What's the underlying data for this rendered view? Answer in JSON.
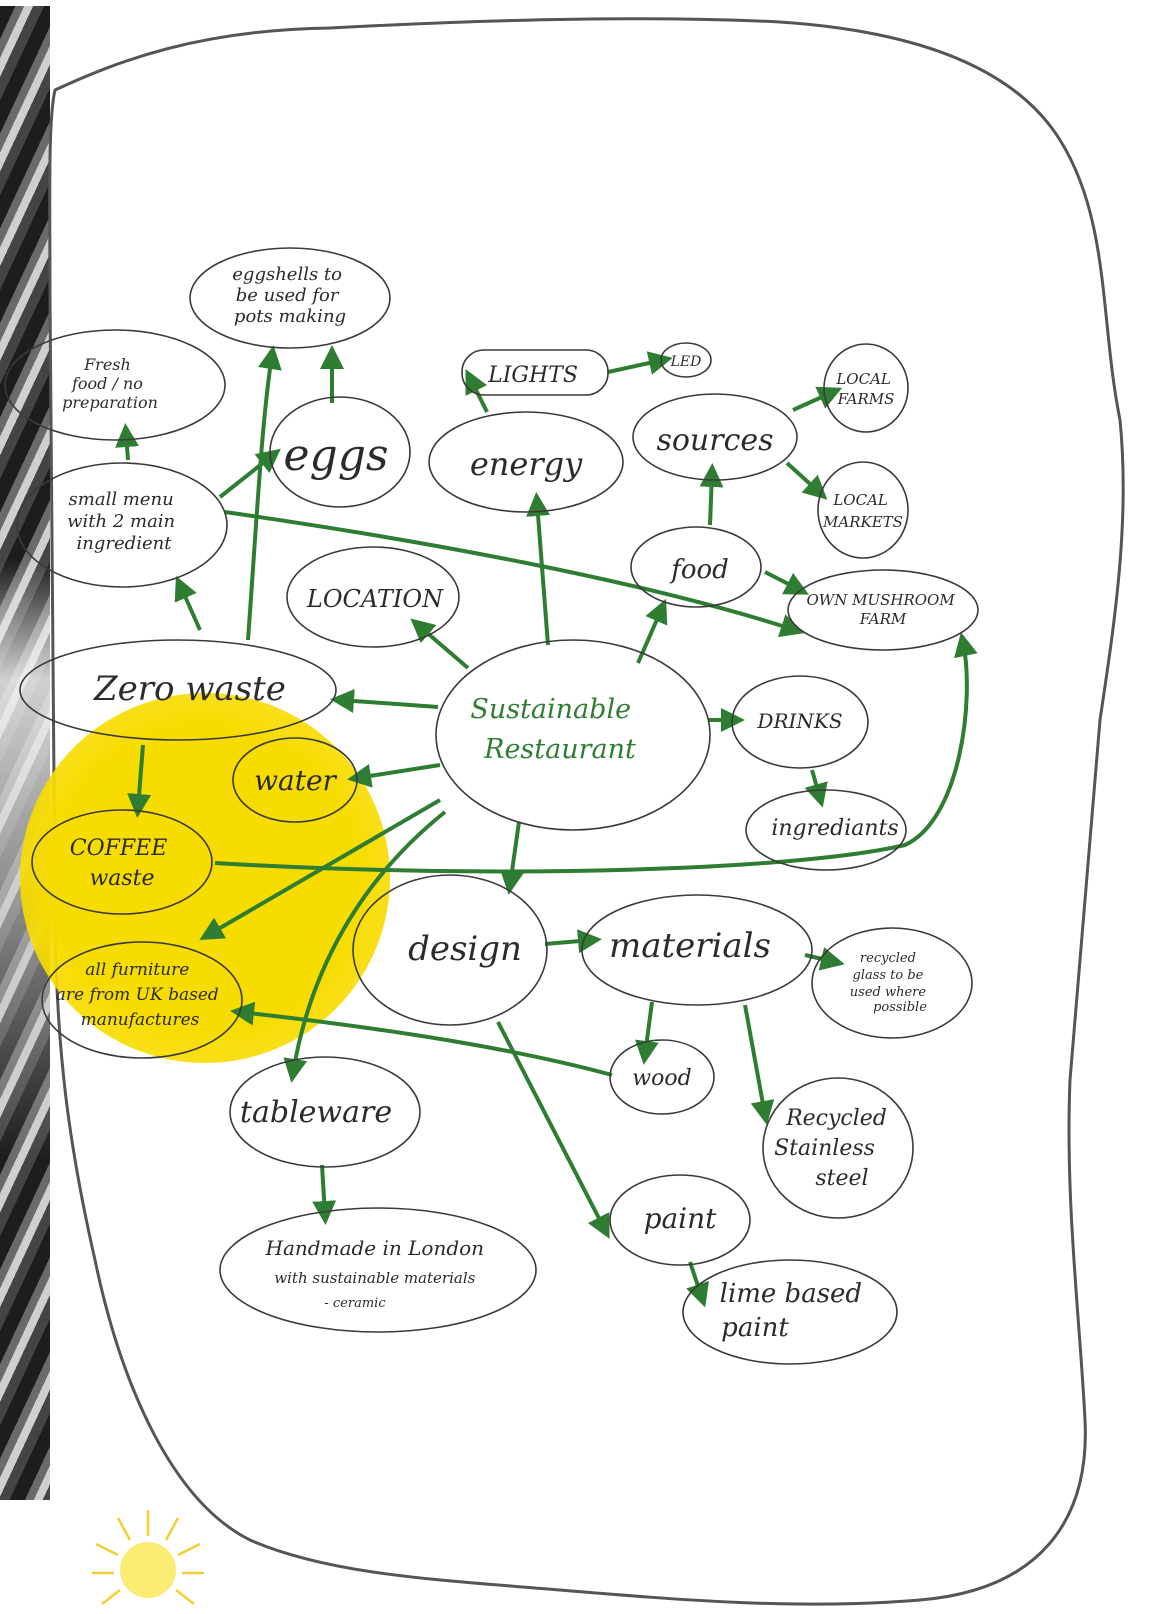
{
  "diagram": {
    "center": [
      "Sustainable",
      "Restaurant"
    ],
    "nodes": {
      "eggshells": [
        "eggshells to",
        "be used for",
        "pots making"
      ],
      "fresh_food": [
        "Fresh",
        "food / no",
        "preparation"
      ],
      "small_menu": [
        "small menu",
        "with 2 main",
        "ingredient"
      ],
      "eggs": [
        "eggs"
      ],
      "lights": [
        "LIGHTS"
      ],
      "led": [
        "LED"
      ],
      "energy": [
        "energy"
      ],
      "sources": [
        "sources"
      ],
      "local_farms": [
        "LOCAL",
        "FARMS"
      ],
      "local_markets": [
        "LOCAL",
        "MARKETS"
      ],
      "food": [
        "food"
      ],
      "location": [
        "LOCATION"
      ],
      "mushroom": [
        "OWN MUSHROOM",
        "FARM"
      ],
      "zero_waste": [
        "Zero waste"
      ],
      "drinks": [
        "DRINKS"
      ],
      "water": [
        "water"
      ],
      "ingredients": [
        "ingrediants"
      ],
      "coffee": [
        "COFFEE",
        "waste"
      ],
      "design": [
        "design"
      ],
      "materials": [
        "materials"
      ],
      "recycled_glass": [
        "recycled",
        "glass to be",
        "used where",
        "possible"
      ],
      "furniture": [
        "all furniture",
        "are from UK based",
        "manufactures"
      ],
      "wood": [
        "wood"
      ],
      "steel": [
        "Recycled",
        "Stainless",
        "steel"
      ],
      "tableware": [
        "tableware"
      ],
      "paint": [
        "paint"
      ],
      "handmade": [
        "Handmade in London",
        "with sustainable materials",
        "- ceramic"
      ],
      "lime_paint": [
        "lime based",
        "paint"
      ]
    },
    "colors": {
      "arrow": "#2e7d32",
      "highlight": "#f7dc00",
      "outline": "#3a3a3a"
    },
    "decorations": {
      "sun_icon": "sun-icon"
    }
  }
}
